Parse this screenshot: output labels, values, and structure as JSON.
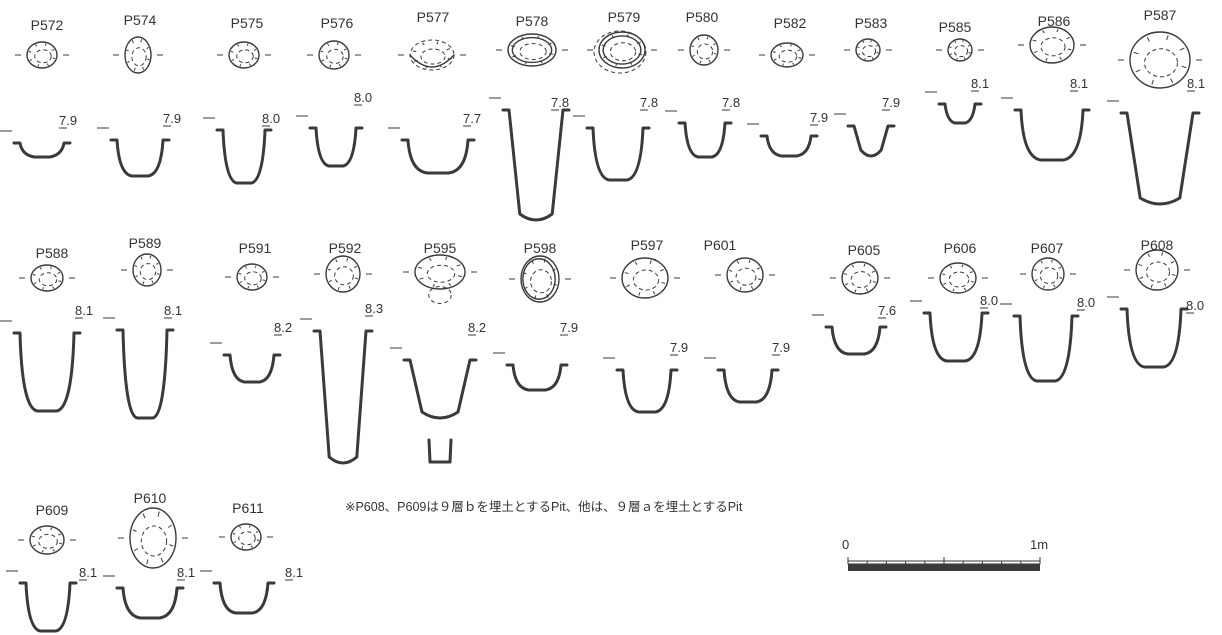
{
  "figure": {
    "note": "※P608、P609は９層ｂを埋土とするPit、他は、９層ａを埋土とするPit",
    "scale_bar": {
      "start_label": "0",
      "end_label": "1m"
    }
  },
  "pits": [
    {
      "id": "P572",
      "elevation": "7.9"
    },
    {
      "id": "P574",
      "elevation": "7.9"
    },
    {
      "id": "P575",
      "elevation": "8.0"
    },
    {
      "id": "P576",
      "elevation": "8.0"
    },
    {
      "id": "P577",
      "elevation": "7.7"
    },
    {
      "id": "P578",
      "elevation": "7.8"
    },
    {
      "id": "P579",
      "elevation": "7.8"
    },
    {
      "id": "P580",
      "elevation": "7.8"
    },
    {
      "id": "P582",
      "elevation": "7.9"
    },
    {
      "id": "P583",
      "elevation": "7.9"
    },
    {
      "id": "P585",
      "elevation": "8.1"
    },
    {
      "id": "P586",
      "elevation": "8.1"
    },
    {
      "id": "P587",
      "elevation": "8.1"
    },
    {
      "id": "P588",
      "elevation": "8.1"
    },
    {
      "id": "P589",
      "elevation": "8.1"
    },
    {
      "id": "P591",
      "elevation": "8.2"
    },
    {
      "id": "P592",
      "elevation": "8.3"
    },
    {
      "id": "P595",
      "elevation": "8.2"
    },
    {
      "id": "P598",
      "elevation": "7.9"
    },
    {
      "id": "P597",
      "elevation": "7.9"
    },
    {
      "id": "P601",
      "elevation": "7.9"
    },
    {
      "id": "P605",
      "elevation": "7.6"
    },
    {
      "id": "P606",
      "elevation": "8.0"
    },
    {
      "id": "P607",
      "elevation": "8.0"
    },
    {
      "id": "P608",
      "elevation": "8.0"
    },
    {
      "id": "P609",
      "elevation": "8.1"
    },
    {
      "id": "P610",
      "elevation": "8.1"
    },
    {
      "id": "P611",
      "elevation": "8.1"
    }
  ]
}
